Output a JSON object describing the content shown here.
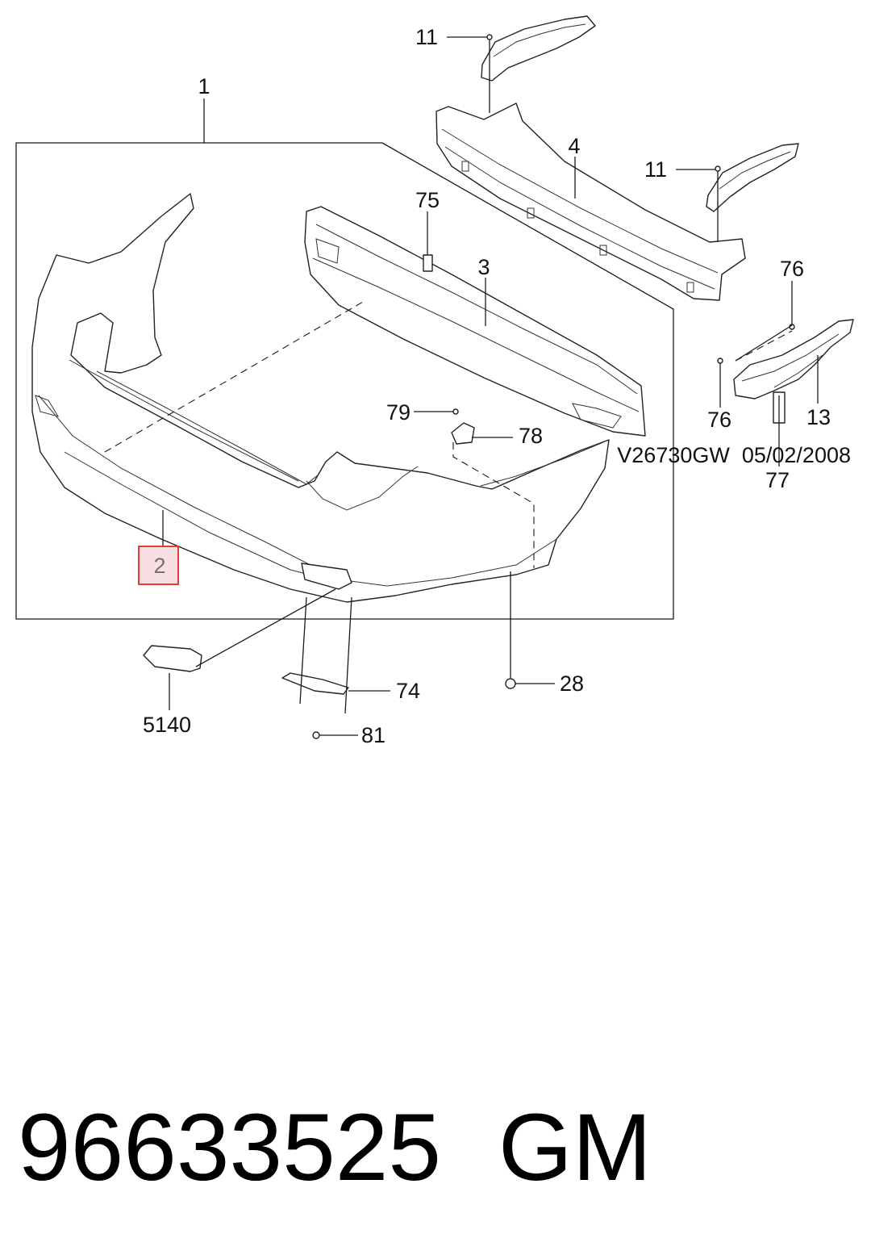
{
  "callouts": {
    "c1": "1",
    "c2": "2",
    "c3": "3",
    "c4": "4",
    "c11a": "11",
    "c11b": "11",
    "c75": "75",
    "c76a": "76",
    "c76b": "76",
    "c13": "13",
    "c77": "77",
    "c79": "79",
    "c78": "78",
    "c74": "74",
    "c28": "28",
    "c81": "81",
    "c5140": "5140"
  },
  "highlighted_callout": "2",
  "highlight_color": "#e23c3c",
  "reference": "V26730GW  05/02/2008",
  "part_number": "96633525",
  "brand": "GM"
}
